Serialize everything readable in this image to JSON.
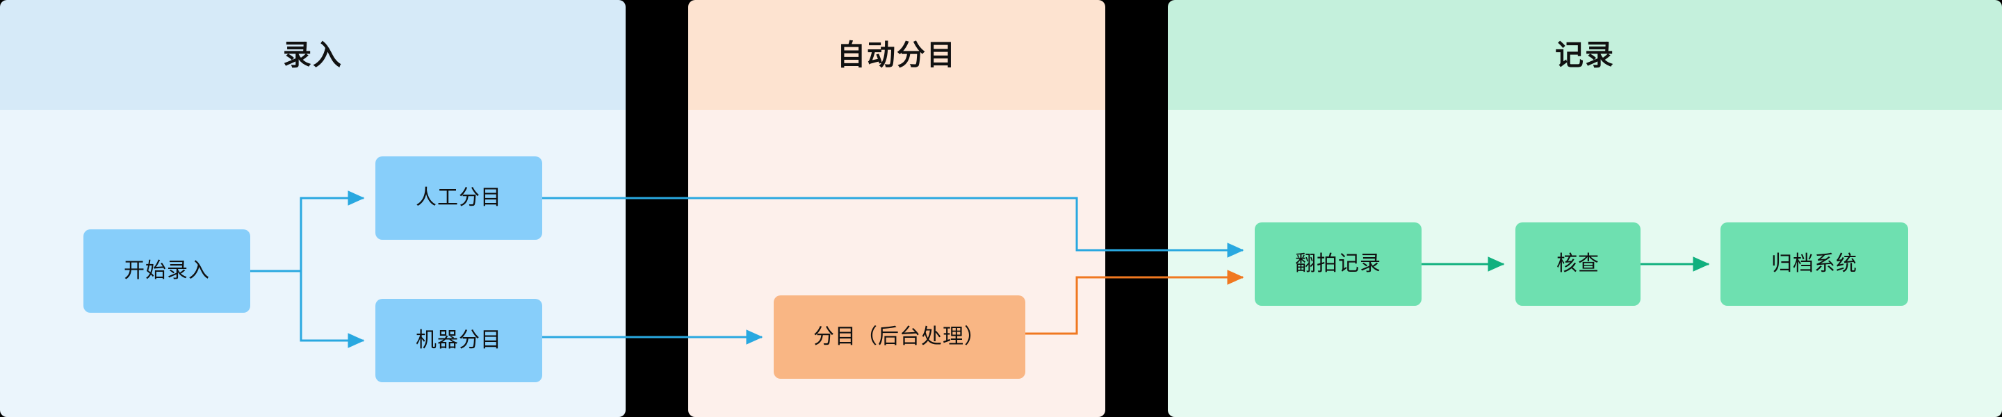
{
  "diagram": {
    "type": "flowchart",
    "orientation": "left-to-right",
    "colors": {
      "blue_node": "#87CEFA",
      "orange_node": "#F9B684",
      "green_node": "#6EE0B0",
      "blue_edge": "#29A8E0",
      "orange_edge": "#F07820",
      "green_edge": "#10B07E",
      "entry_header": "#D6EAF8",
      "entry_body": "#EBF5FC",
      "auto_header": "#FDE3D0",
      "auto_body": "#FDF0EB",
      "record_header": "#C4F0DC",
      "record_body": "#E6FAF1",
      "gap_background": "#000000"
    }
  },
  "panels": [
    {
      "id": "entry",
      "title": "录入"
    },
    {
      "id": "auto",
      "title": "自动分目"
    },
    {
      "id": "record",
      "title": "记录"
    }
  ],
  "nodes": [
    {
      "id": "start",
      "label": "开始录入",
      "panel": "entry",
      "shape": "rounded-rect",
      "color": "#87CEFA"
    },
    {
      "id": "manual",
      "label": "人工分目",
      "panel": "entry",
      "shape": "rounded-rect",
      "color": "#87CEFA"
    },
    {
      "id": "machine",
      "label": "机器分目",
      "panel": "entry",
      "shape": "rounded-rect",
      "color": "#87CEFA"
    },
    {
      "id": "background",
      "label": "分目（后台处理）",
      "panel": "auto",
      "shape": "rounded-rect",
      "color": "#F9B684"
    },
    {
      "id": "rephoto",
      "label": "翻拍记录",
      "panel": "record",
      "shape": "rounded-rect",
      "color": "#6EE0B0"
    },
    {
      "id": "verify",
      "label": "核查",
      "panel": "record",
      "shape": "rounded-rect",
      "color": "#6EE0B0"
    },
    {
      "id": "archive",
      "label": "归档系统",
      "panel": "record",
      "shape": "rounded-rect",
      "color": "#6EE0B0"
    }
  ],
  "edges": [
    {
      "from": "start",
      "to": "manual",
      "color": "#29A8E0",
      "arrow": true
    },
    {
      "from": "start",
      "to": "machine",
      "color": "#29A8E0",
      "arrow": true
    },
    {
      "from": "manual",
      "to": "rephoto",
      "color": "#29A8E0",
      "arrow": true
    },
    {
      "from": "machine",
      "to": "background",
      "color": "#29A8E0",
      "arrow": true
    },
    {
      "from": "background",
      "to": "rephoto",
      "color": "#F07820",
      "arrow": true
    },
    {
      "from": "rephoto",
      "to": "verify",
      "color": "#10B07E",
      "arrow": true
    },
    {
      "from": "verify",
      "to": "archive",
      "color": "#10B07E",
      "arrow": true
    }
  ]
}
